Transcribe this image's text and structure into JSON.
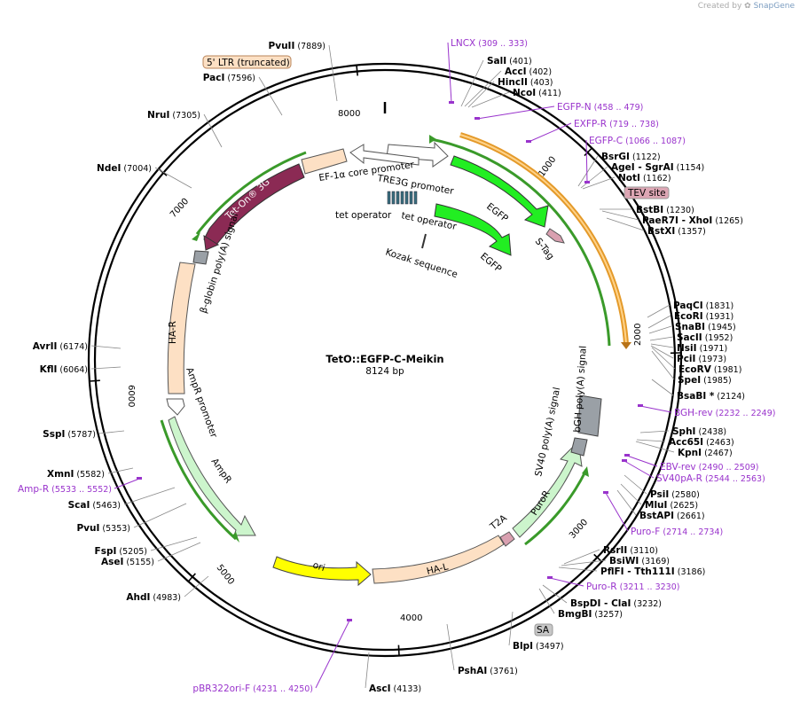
{
  "credit": {
    "prefix": "Created by",
    "brand": "SnapGene"
  },
  "plasmid": {
    "name": "TetO::EGFP-C-Meikin",
    "length": "8124 bp"
  },
  "ticks": [
    "1000",
    "2000",
    "3000",
    "4000",
    "5000",
    "6000",
    "7000",
    "8000"
  ],
  "enzymes": [
    {
      "name": "SalI",
      "pos": "(401)"
    },
    {
      "name": "AccI",
      "pos": "(402)"
    },
    {
      "name": "HincII",
      "pos": "(403)"
    },
    {
      "name": "NcoI",
      "pos": "(411)"
    },
    {
      "name": "BsrGI",
      "pos": "(1122)"
    },
    {
      "name": "AgeI",
      "extra": "- SgrAI",
      "pos": "(1154)"
    },
    {
      "name": "NotI",
      "pos": "(1162)"
    },
    {
      "name": "BstBI",
      "pos": "(1230)"
    },
    {
      "name": "PaeR7I",
      "extra": "- XhoI",
      "pos": "(1265)"
    },
    {
      "name": "BstXI",
      "pos": "(1357)"
    },
    {
      "name": "PaqCI",
      "pos": "(1831)"
    },
    {
      "name": "EcoRI",
      "pos": "(1931)"
    },
    {
      "name": "SnaBI",
      "pos": "(1945)"
    },
    {
      "name": "SacII",
      "pos": "(1952)"
    },
    {
      "name": "NsiI",
      "pos": "(1971)"
    },
    {
      "name": "PciI",
      "pos": "(1973)"
    },
    {
      "name": "EcoRV",
      "pos": "(1981)"
    },
    {
      "name": "SpeI",
      "pos": "(1985)"
    },
    {
      "name": "BsaBI *",
      "pos": "(2124)"
    },
    {
      "name": "SphI",
      "pos": "(2438)"
    },
    {
      "name": "Acc65I",
      "pos": "(2463)"
    },
    {
      "name": "KpnI",
      "pos": "(2467)"
    },
    {
      "name": "PsiI",
      "pos": "(2580)"
    },
    {
      "name": "MluI",
      "pos": "(2625)"
    },
    {
      "name": "BstAPI",
      "pos": "(2661)"
    },
    {
      "name": "RsrII",
      "pos": "(3110)"
    },
    {
      "name": "BsiWI",
      "pos": "(3169)"
    },
    {
      "name": "PflFI",
      "extra": "- Tth111I",
      "pos": "(3186)"
    },
    {
      "name": "BspDI",
      "extra": "- ClaI",
      "pos": "(3232)"
    },
    {
      "name": "BmgBI",
      "pos": "(3257)"
    },
    {
      "name": "BlpI",
      "pos": "(3497)"
    },
    {
      "name": "PshAI",
      "pos": "(3761)"
    },
    {
      "name": "AscI",
      "pos": "(4133)"
    },
    {
      "name": "AhdI",
      "pos": "(4983)"
    },
    {
      "name": "AseI",
      "pos": "(5155)"
    },
    {
      "name": "FspI",
      "pos": "(5205)"
    },
    {
      "name": "PvuI",
      "pos": "(5353)"
    },
    {
      "name": "ScaI",
      "pos": "(5463)"
    },
    {
      "name": "XmnI",
      "pos": "(5582)"
    },
    {
      "name": "SspI",
      "pos": "(5787)"
    },
    {
      "name": "KflI",
      "pos": "(6064)"
    },
    {
      "name": "AvrII",
      "pos": "(6174)"
    },
    {
      "name": "NdeI",
      "pos": "(7004)"
    },
    {
      "name": "NruI",
      "pos": "(7305)"
    },
    {
      "name": "PacI",
      "pos": "(7596)"
    },
    {
      "name": "PvuII",
      "pos": "(7889)"
    }
  ],
  "primers": [
    {
      "name": "LNCX",
      "pos": "(309 .. 333)"
    },
    {
      "name": "EGFP-N",
      "pos": "(458 .. 479)"
    },
    {
      "name": "EXFP-R",
      "pos": "(719 .. 738)"
    },
    {
      "name": "EGFP-C",
      "pos": "(1066 .. 1087)"
    },
    {
      "name": "BGH-rev",
      "pos": "(2232 .. 2249)"
    },
    {
      "name": "EBV-rev",
      "pos": "(2490 .. 2509)"
    },
    {
      "name": "SV40pA-R",
      "pos": "(2544 .. 2563)"
    },
    {
      "name": "Puro-F",
      "pos": "(2714 .. 2734)"
    },
    {
      "name": "Puro-R",
      "pos": "(3211 .. 3230)"
    },
    {
      "name": "pBR322ori-F",
      "pos": "(4231 .. 4250)"
    },
    {
      "name": "Amp-R",
      "pos": "(5533 .. 5552)"
    }
  ],
  "features": {
    "egfp_outer": "EGFP",
    "egfp_inner": "EGFP",
    "s_tag": "S-Tag",
    "tev": "TEV site",
    "ef1a": "EF-1α core promoter",
    "tre3g": "TRE3G promoter",
    "teto1": "tet operator",
    "teto2": "tet operator",
    "kozak": "Kozak sequence",
    "tet_on": "Tet-On® 3G",
    "ltr": "5' LTR (truncated)",
    "bglobin": "β-globin poly(A) signal",
    "har": "HA-R",
    "ampr_prom": "AmpR promoter",
    "ampr": "AmpR",
    "ori": "ori",
    "hal": "HA-L",
    "t2a": "T2A",
    "puror": "PuroR",
    "sv40": "SV40 poly(A) signal",
    "bgh": "bGH poly(A) signal",
    "sa": "SA"
  },
  "colors": {
    "primer": "#9933cc",
    "egfp": "#22ee22",
    "tet_on": "#8b2a54",
    "peach": "#fde0c4",
    "ori": "#ffff00",
    "light_green": "#ccf5cc",
    "orange": "#f3a12a"
  }
}
